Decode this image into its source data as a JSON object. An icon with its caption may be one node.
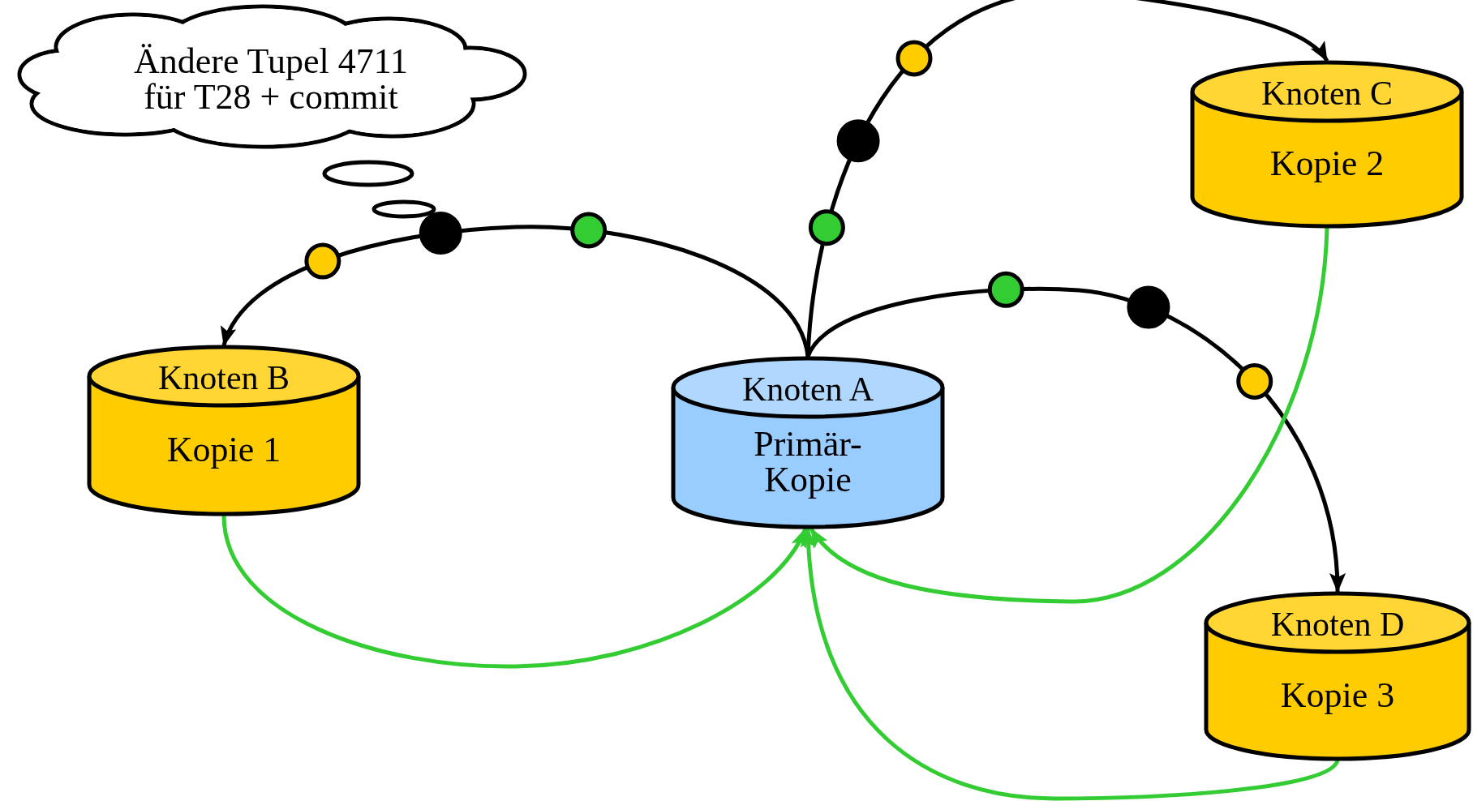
{
  "diagram": {
    "nodes": [
      {
        "text": [
          "Ändere Tupel 4711 für T28 + commit"
        ]
      },
      {
        "text": [
          "Knoten C",
          "Kopie 2"
        ]
      },
      {
        "text": [
          "Knoten B",
          "Kopie 1"
        ]
      },
      {
        "text": [
          "Knoten A",
          "Primär- Kopie"
        ]
      },
      {
        "text": [
          "Knoten D",
          "Kopie 3"
        ]
      }
    ],
    "edges": [
      {
        "from": 3,
        "to": 2,
        "arrow": "to"
      },
      {
        "from": 3,
        "to": 1,
        "arrow": "to"
      },
      {
        "from": 3,
        "to": 4,
        "arrow": "to"
      },
      {
        "from": 2,
        "to": 3,
        "arrow": "to",
        "color": "#33cc33"
      },
      {
        "from": 1,
        "to": 3,
        "arrow": "to",
        "color": "#33cc33"
      },
      {
        "from": 4,
        "to": 3,
        "arrow": "to",
        "color": "#33cc33"
      }
    ]
  }
}
